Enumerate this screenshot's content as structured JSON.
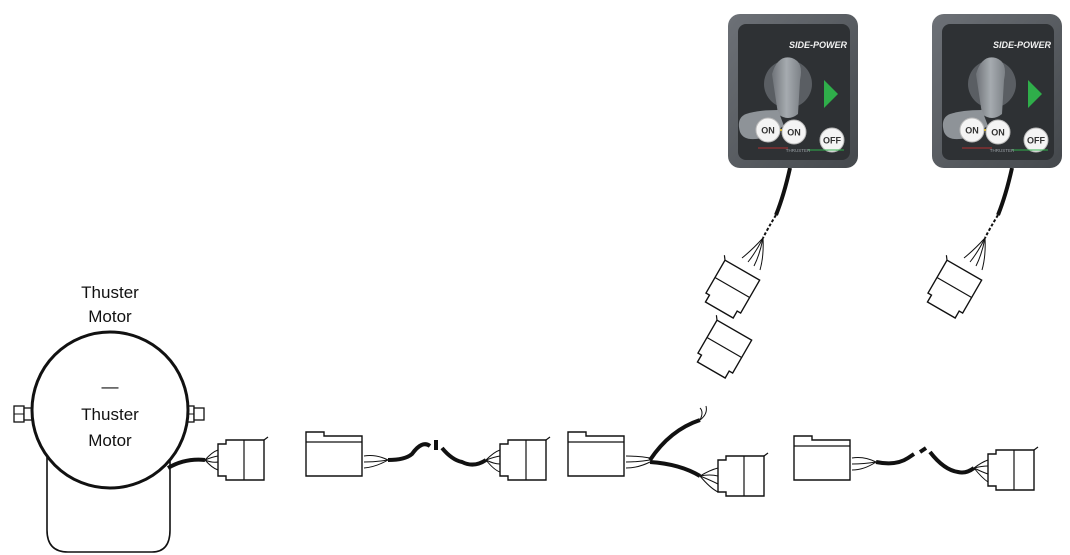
{
  "motor": {
    "label_above_line1": "Thuster",
    "label_above_line2": "Motor",
    "dash": "—",
    "label_inside_line1": "Thuster",
    "label_inside_line2": "Motor"
  },
  "panels": [
    {
      "brand": "SIDE-POWER",
      "btn_on_left": "ON",
      "btn_on_right": "ON",
      "btn_off": "OFF",
      "caption": "THRUSTER"
    },
    {
      "brand": "SIDE-POWER",
      "btn_on_left": "ON",
      "btn_on_right": "ON",
      "btn_off": "OFF",
      "caption": "THRUSTER"
    }
  ],
  "colors": {
    "panel_bezel": "#5b5f64",
    "panel_face": "#2e3134",
    "joystick": "#8c9196",
    "arrow_green": "#2fae4a",
    "cable": "#111111",
    "connector_stroke": "#111111",
    "connector_fill": "#ffffff"
  }
}
